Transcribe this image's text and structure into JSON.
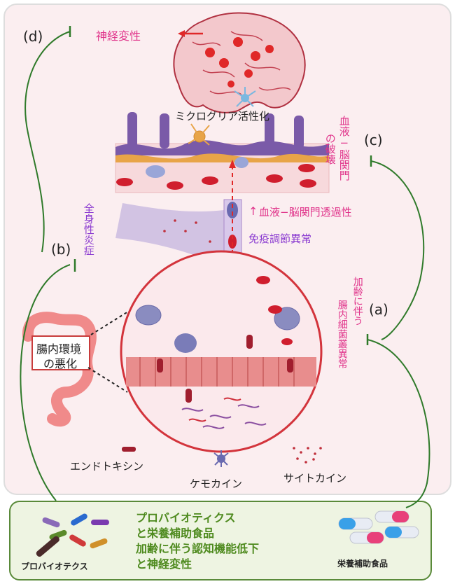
{
  "markers": {
    "a": "(a)",
    "b": "(b)",
    "c": "(c)",
    "d": "(d)"
  },
  "labels": {
    "neurodegeneration": "神経変性",
    "microglia_activation": "ミクログリア活性化",
    "bbb_breakdown_line1": "血液−脳関門",
    "bbb_breakdown_line2": "の破壊",
    "bbb_permeability_arrow": "↑",
    "bbb_permeability": "血液−脳関門透過性",
    "immune_dysregulation": "免疫調節異常",
    "systemic_inflammation": "全身性炎症",
    "dysbiosis_line1": "加齢に伴う",
    "dysbiosis_line2": "腸内細菌叢異常",
    "gut_env_line1": "腸内環境",
    "gut_env_line2": "の悪化",
    "endotoxin": "エンドトキシン",
    "chemokine": "ケモカイン",
    "cytokine": "サイトカイン"
  },
  "bottom_panel": {
    "line1": "プロバイオティクス",
    "line2": "と栄養補助食品",
    "line3": "加齢に伴う認知機能低下",
    "line4": "と神経変性",
    "probiotics_caption": "プロバイオテクス",
    "supplements_caption": "栄養補助食品"
  },
  "colors": {
    "pink_text": "#e0338a",
    "purple_text": "#8a3ad0",
    "green_text": "#4e8a1e",
    "inhibition_line": "#2f7a2a",
    "upper_panel_bg": "#fbeef0",
    "bottom_panel_bg": "#eef4e2"
  },
  "icons": [
    "brain-icon",
    "microglia-icon",
    "intestine-icon",
    "capsule-icon",
    "probiotic-bacteria-icon",
    "endotoxin-icon",
    "chemokine-icon",
    "cytokine-icon"
  ]
}
